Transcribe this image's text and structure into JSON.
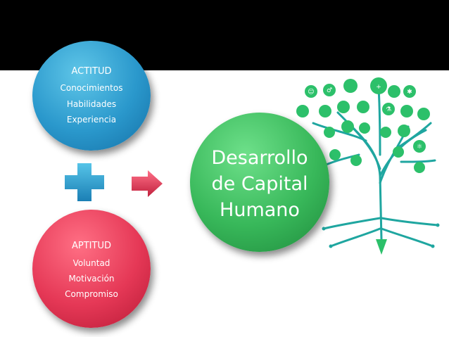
{
  "actitud": {
    "title": "ACTITUD",
    "items": [
      "Conocimientos",
      "Habilidades",
      "Experiencia"
    ]
  },
  "aptitud": {
    "title": "APTITUD",
    "items": [
      "Voluntad",
      "Motivación",
      "Compromiso"
    ]
  },
  "center": {
    "lines": [
      "Desarrollo",
      "de Capital",
      "Humano"
    ]
  },
  "colors": {
    "actitud": "#2a98cc",
    "aptitud": "#e53856",
    "center": "#38b85a",
    "plus": "#2a9fd0",
    "arrow": "#e53856",
    "tree": "#1fa6a0"
  },
  "icons": [
    "baby-icon",
    "gender-icon",
    "pill-icon",
    "flask-icon",
    "medical-cross-icon",
    "virus-icon",
    "keyboard-icon",
    "microscope-icon",
    "satellite-icon",
    "leaf-icon",
    "drink-icon",
    "brain-icon",
    "phone-icon",
    "dna-icon",
    "apple-icon",
    "cloud-icon",
    "gear-icon",
    "globe-icon",
    "atom-icon",
    "planet-icon",
    "battery-icon",
    "wifi-icon",
    "syringe-icon"
  ]
}
